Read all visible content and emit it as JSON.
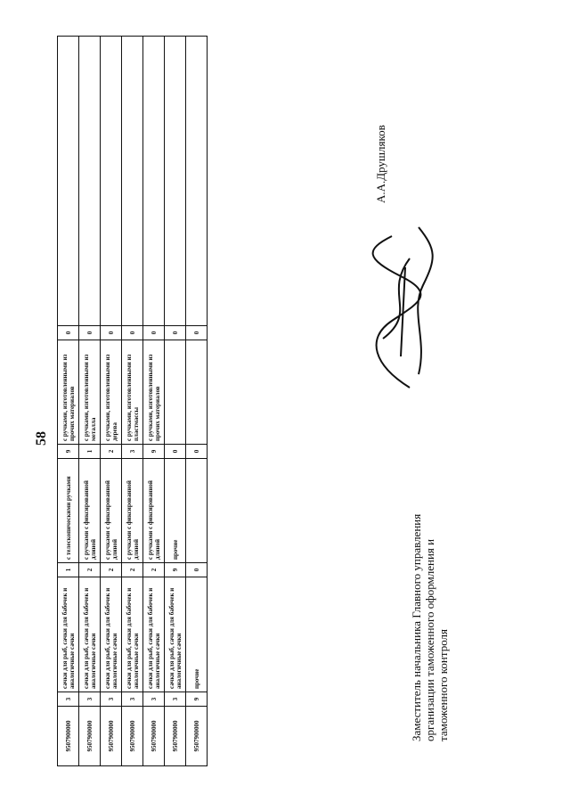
{
  "page": {
    "number": "58"
  },
  "table": {
    "rows": [
      {
        "code": "9507900000",
        "n1": "3",
        "d1": "сачки для рыб, сачки для бабочек и аналогичные сачки",
        "n2": "1",
        "d2": "с телескопическими ручками",
        "n3": "9",
        "d3": "с ручками, изготовленными из прочих материалов",
        "n4": "0"
      },
      {
        "code": "9507900000",
        "n1": "3",
        "d1": "сачки для рыб, сачки для бабочек и аналогичные сачки",
        "n2": "2",
        "d2": "с ручками с фиксированной длиной",
        "n3": "1",
        "d3": "с ручками, изготовленными из металла",
        "n4": "0"
      },
      {
        "code": "9507900000",
        "n1": "3",
        "d1": "сачки для рыб, сачки для бабочек и аналогичные сачки",
        "n2": "2",
        "d2": "с ручками с фиксированной длиной",
        "n3": "2",
        "d3": "с ручками, изготовленными из дерева",
        "n4": "0"
      },
      {
        "code": "9507900000",
        "n1": "3",
        "d1": "сачки для рыб, сачки для бабочек и аналогичные сачки",
        "n2": "2",
        "d2": "с ручками с фиксированной длиной",
        "n3": "3",
        "d3": "с ручками, изготовленными из пластмассы",
        "n4": "0"
      },
      {
        "code": "9507900000",
        "n1": "3",
        "d1": "сачки для рыб, сачки для бабочек и аналогичные сачки",
        "n2": "2",
        "d2": "с ручками с фиксированной длиной",
        "n3": "9",
        "d3": "с ручками, изготовленными из прочих материалов",
        "n4": "0"
      },
      {
        "code": "9507900000",
        "n1": "3",
        "d1": "сачки для рыб, сачки для бабочек и аналогичные сачки",
        "n2": "9",
        "d2": "прочие",
        "n3": "0",
        "d3": "",
        "n4": "0"
      },
      {
        "code": "9507900000",
        "n1": "9",
        "d1": "прочие",
        "n2": "0",
        "d2": "",
        "n3": "0",
        "d3": "",
        "n4": "0"
      }
    ]
  },
  "footer": {
    "position_line1": "Заместитель начальника Главного управления",
    "position_line2": "организации таможенного оформления и",
    "position_line3": "таможенного контроля",
    "signer": "А.А.Друшляков"
  }
}
